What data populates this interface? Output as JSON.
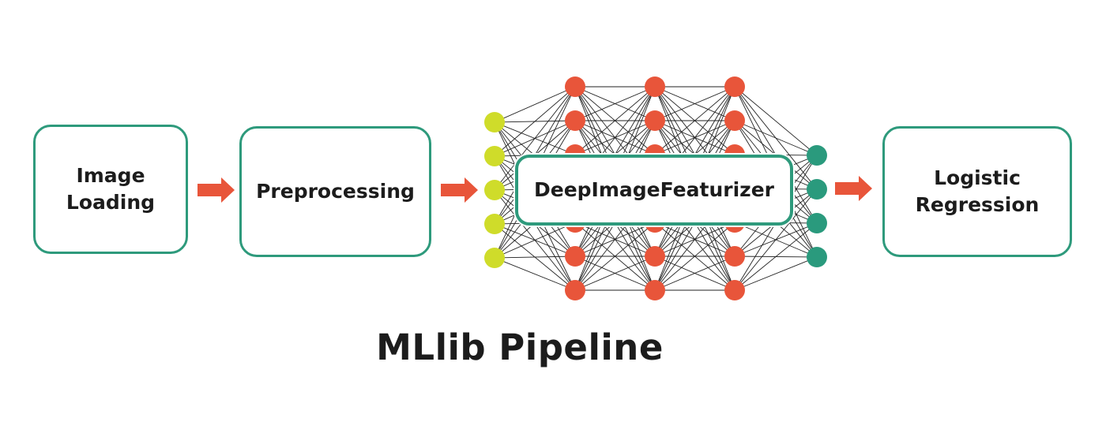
{
  "pipeline": {
    "title": "MLlib Pipeline",
    "stages": [
      {
        "label": "Image\nLoading"
      },
      {
        "label": "Preprocessing"
      },
      {
        "label": "DeepImageFeaturizer"
      },
      {
        "label": "Logistic\nRegression"
      }
    ]
  },
  "network": {
    "input_nodes": 5,
    "hidden_layers": 3,
    "hidden_nodes_per_layer": 7,
    "output_nodes": 4
  },
  "colors": {
    "box_border": "#2e9a7c",
    "arrow": "#e8553a",
    "input_node": "#cfdc2a",
    "hidden_node": "#e8553a",
    "output_node": "#2a9a7d",
    "edge": "#222222"
  }
}
